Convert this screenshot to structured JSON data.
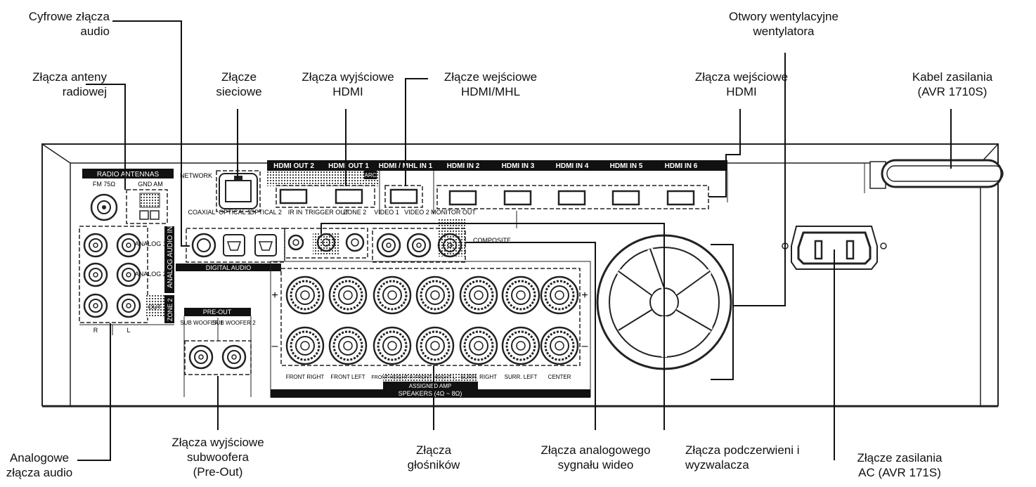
{
  "callouts": {
    "digital_audio": "Cyfrowe złącza\naudio",
    "fan_vents": "Otwory wentylacyjne\nwentylatora",
    "radio_antenna": "Złącza anteny\nradiowej",
    "network": "Złącze\nsieciowe",
    "hdmi_out": "Złącza wyjściowe\nHDMI",
    "hdmi_mhl_in": "Złącze wejściowe\nHDMI/MHL",
    "hdmi_in": "Złącza wejściowe\nHDMI",
    "power_cable": "Kabel zasilania\n(AVR 1710S)",
    "analog_audio": "Analogowe\nzłącza audio",
    "subwoofer_out": "Złącza wyjściowe\nsubwoofera\n(Pre-Out)",
    "speakers": "Złącza\ngłośników",
    "analog_video": "Złącza analogowego\nsygnału wideo",
    "ir_trigger": "Złącza podczerwieni i\nwyzwalacza",
    "ac_power": "Złącze zasilania\nAC (AVR 171S)"
  },
  "panel": {
    "radio_antennas": "RADIO ANTENNAS",
    "fm": "FM 75Ω",
    "gnd_am": "GND  AM",
    "network": "NETWORK",
    "coaxial": "COAXIAL",
    "optical1": "OPTICAL 1",
    "optical2": "OPTICAL 2",
    "digital_audio": "DIGITAL AUDIO",
    "analog_audio_in": "ANALOG AUDIO IN",
    "zone2_side": "ZONE 2",
    "analog1": "ANALOG 1 IN",
    "analog2": "ANALOG 2 IN",
    "out": "OUT",
    "r": "R",
    "l": "L",
    "pre_out": "PRE-OUT",
    "sub1": "SUB WOOFER 1",
    "sub2": "SUB WOOFER 2",
    "hdmi_out2": "HDMI OUT 2",
    "hdmi_out1": "HDMI OUT 1",
    "arc": "ARC",
    "hdmi_mhl_in1": "HDMI / MHL IN 1",
    "hdmi_in2": "HDMI IN 2",
    "hdmi_in3": "HDMI IN 3",
    "hdmi_in4": "HDMI IN 4",
    "hdmi_in5": "HDMI IN 5",
    "hdmi_in6": "HDMI IN 6",
    "ir_in": "IR IN",
    "trigger": "TRIGGER OUT",
    "zone2": "ZONE 2",
    "video1": "VIDEO 1",
    "video2": "VIDEO 2",
    "monitor_out": "MONITOR OUT",
    "composite": "COMPOSITE",
    "plus": "+",
    "minus": "–",
    "speaker_labels": [
      "FRONT RIGHT",
      "FRONT LEFT",
      "FRONT HEIGHT R",
      "FRONT HEIGHT L",
      "SURR. RIGHT",
      "SURR. LEFT",
      "CENTER"
    ],
    "assigned_amp": "ASSIGNED AMP",
    "speakers": "SPEAKERS (4Ω ~ 8Ω)"
  }
}
